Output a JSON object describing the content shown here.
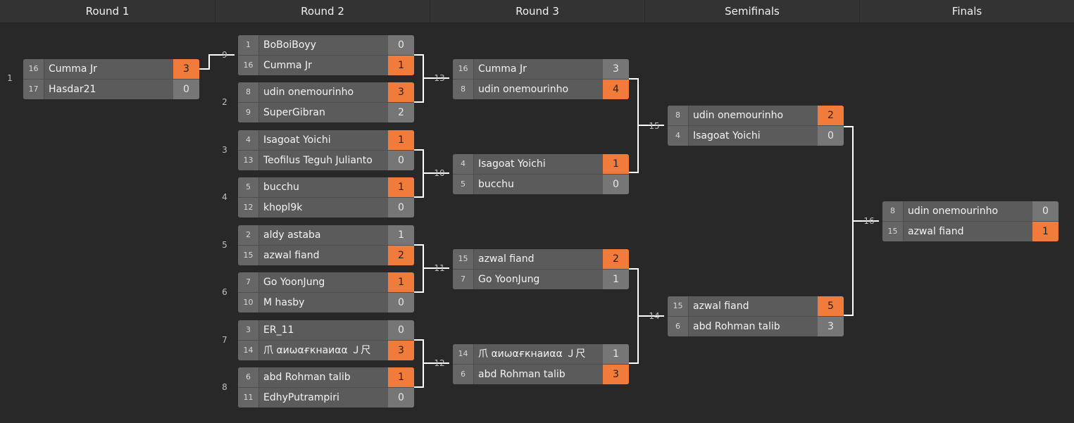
{
  "rounds": [
    "Round 1",
    "Round 2",
    "Round 3",
    "Semifinals",
    "Finals"
  ],
  "colors": {
    "background": "#282828",
    "win": "#f07b3a",
    "connector": "#ffffff"
  },
  "matches": [
    {
      "id": "r1m1",
      "number": "1",
      "players": [
        {
          "seed": "16",
          "name": "Cumma Jr",
          "score": "3",
          "win": true
        },
        {
          "seed": "17",
          "name": "Hasdar21",
          "score": "0",
          "win": false
        }
      ]
    },
    {
      "id": "r2m1",
      "number": "9",
      "players": [
        {
          "seed": "1",
          "name": "BoBoiBoyy",
          "score": "0",
          "win": false
        },
        {
          "seed": "16",
          "name": "Cumma Jr",
          "score": "1",
          "win": true
        }
      ]
    },
    {
      "id": "r2m2",
      "number": "2",
      "players": [
        {
          "seed": "8",
          "name": "udin onemourinho",
          "score": "3",
          "win": true
        },
        {
          "seed": "9",
          "name": "SuperGibran",
          "score": "2",
          "win": false
        }
      ]
    },
    {
      "id": "r2m3",
      "number": "3",
      "players": [
        {
          "seed": "4",
          "name": "Isagoat Yoichi",
          "score": "1",
          "win": true
        },
        {
          "seed": "13",
          "name": "Teofilus Teguh Julianto",
          "score": "0",
          "win": false
        }
      ]
    },
    {
      "id": "r2m4",
      "number": "4",
      "players": [
        {
          "seed": "5",
          "name": "bucchu",
          "score": "1",
          "win": true
        },
        {
          "seed": "12",
          "name": "khopl9k",
          "score": "0",
          "win": false
        }
      ]
    },
    {
      "id": "r2m5",
      "number": "5",
      "players": [
        {
          "seed": "2",
          "name": "aldy astaba",
          "score": "1",
          "win": false
        },
        {
          "seed": "15",
          "name": "azwal fiand",
          "score": "2",
          "win": true
        }
      ]
    },
    {
      "id": "r2m6",
      "number": "6",
      "players": [
        {
          "seed": "7",
          "name": "Go YoonJung",
          "score": "1",
          "win": true
        },
        {
          "seed": "10",
          "name": "M hasby",
          "score": "0",
          "win": false
        }
      ]
    },
    {
      "id": "r2m7",
      "number": "7",
      "players": [
        {
          "seed": "3",
          "name": "ER_11",
          "score": "0",
          "win": false
        },
        {
          "seed": "14",
          "name": "爪 αиωαғкнаиαα Ｊ尺",
          "score": "3",
          "win": true
        }
      ]
    },
    {
      "id": "r2m8",
      "number": "8",
      "players": [
        {
          "seed": "6",
          "name": "abd Rohman talib",
          "score": "1",
          "win": true
        },
        {
          "seed": "11",
          "name": "EdhyPutrampiri",
          "score": "0",
          "win": false
        }
      ]
    },
    {
      "id": "r3m1",
      "number": "13",
      "players": [
        {
          "seed": "16",
          "name": "Cumma Jr",
          "score": "3",
          "win": false
        },
        {
          "seed": "8",
          "name": "udin onemourinho",
          "score": "4",
          "win": true
        }
      ]
    },
    {
      "id": "r3m2",
      "number": "10",
      "players": [
        {
          "seed": "4",
          "name": "Isagoat Yoichi",
          "score": "1",
          "win": true
        },
        {
          "seed": "5",
          "name": "bucchu",
          "score": "0",
          "win": false
        }
      ]
    },
    {
      "id": "r3m3",
      "number": "11",
      "players": [
        {
          "seed": "15",
          "name": "azwal fiand",
          "score": "2",
          "win": true
        },
        {
          "seed": "7",
          "name": "Go YoonJung",
          "score": "1",
          "win": false
        }
      ]
    },
    {
      "id": "r3m4",
      "number": "12",
      "players": [
        {
          "seed": "14",
          "name": "爪 αиωαғкнаиαα Ｊ尺",
          "score": "1",
          "win": false
        },
        {
          "seed": "6",
          "name": "abd Rohman talib",
          "score": "3",
          "win": true
        }
      ]
    },
    {
      "id": "sfm1",
      "number": "15",
      "players": [
        {
          "seed": "8",
          "name": "udin onemourinho",
          "score": "2",
          "win": true
        },
        {
          "seed": "4",
          "name": "Isagoat Yoichi",
          "score": "0",
          "win": false
        }
      ]
    },
    {
      "id": "sfm2",
      "number": "14",
      "players": [
        {
          "seed": "15",
          "name": "azwal fiand",
          "score": "5",
          "win": true
        },
        {
          "seed": "6",
          "name": "abd Rohman talib",
          "score": "3",
          "win": false
        }
      ]
    },
    {
      "id": "fm1",
      "number": "16",
      "players": [
        {
          "seed": "8",
          "name": "udin onemourinho",
          "score": "0",
          "win": false
        },
        {
          "seed": "15",
          "name": "azwal fiand",
          "score": "1",
          "win": true
        }
      ]
    }
  ]
}
